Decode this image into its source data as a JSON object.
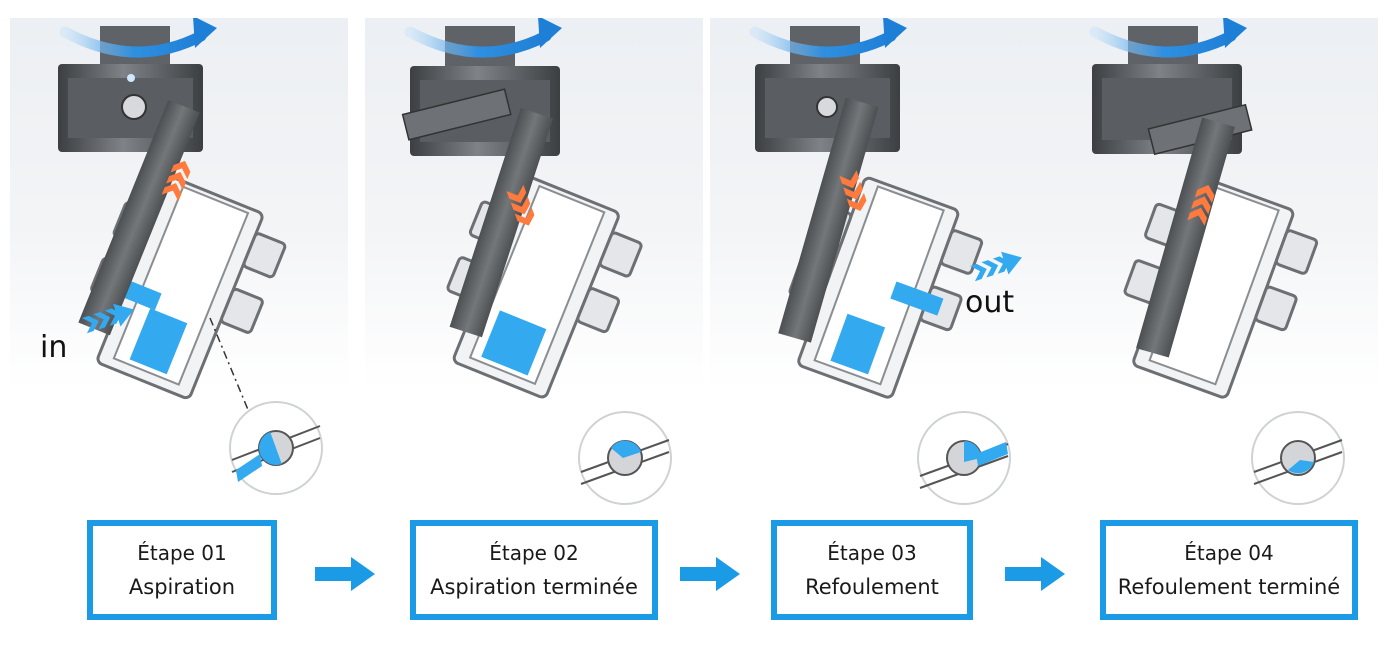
{
  "labels": {
    "in": "in",
    "out": "out"
  },
  "steps": [
    {
      "line1": "Étape 01",
      "line2": "Aspiration"
    },
    {
      "line1": "Étape 02",
      "line2": "Aspiration terminée"
    },
    {
      "line1": "Étape 03",
      "line2": "Refoulement"
    },
    {
      "line1": "Étape 04",
      "line2": "Refoulement terminé"
    }
  ],
  "colors": {
    "accent_blue": "#1b9be6",
    "fluid_blue": "#33a9ef",
    "orange": "#ff7a3d",
    "rotation_arrow": "#1e7fd6",
    "metal_dark": "#5e6164",
    "metal_light": "#d8dadd"
  },
  "icons": {
    "rotation": "curved-rotation-arrow-icon",
    "flow": "chevron-flow-arrow-icon",
    "step": "right-arrow-icon",
    "stroke": "orange-chevron-icon"
  }
}
